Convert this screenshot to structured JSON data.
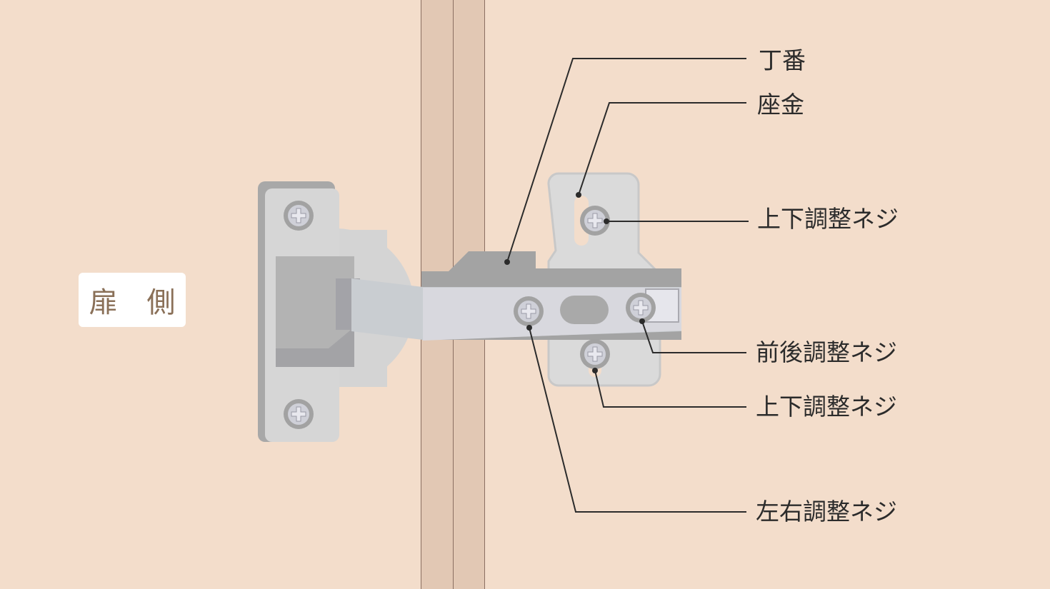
{
  "door_side_label": "扉 側",
  "callouts": {
    "hinge": "丁番",
    "washer": "座金",
    "vertical_adjust_top": "上下調整ネジ",
    "depth_adjust": "前後調整ネジ",
    "vertical_adjust_bottom": "上下調整ネジ",
    "lateral_adjust": "左右調整ネジ"
  },
  "colors": {
    "background": "#f3ddcb",
    "frame": "#e2c8b4",
    "hinge_light": "#d6d6d6",
    "hinge_dark": "#a3a3a3",
    "text": "#2b2b2b",
    "door_label": "#8a7058"
  }
}
